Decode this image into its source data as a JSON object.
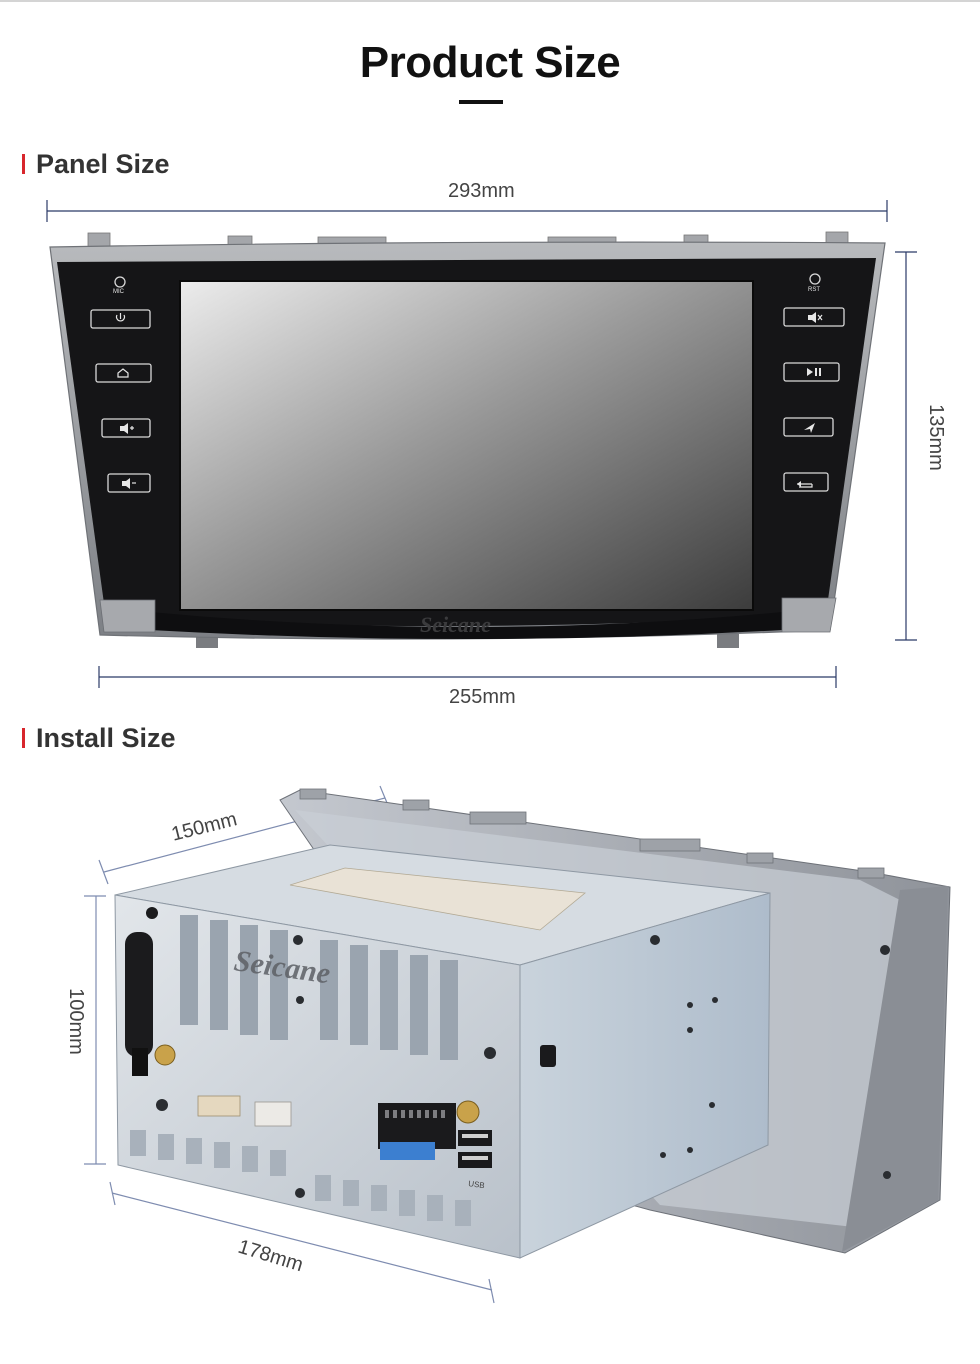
{
  "page": {
    "title": "Product Size"
  },
  "sections": {
    "panel": {
      "heading": "Panel Size",
      "dimensions": {
        "width_top": "293mm",
        "width_bottom": "255mm",
        "height": "135mm"
      },
      "device": {
        "brand": "Seicane",
        "left_labels": [
          "MIC"
        ],
        "right_labels": [
          "RST"
        ]
      }
    },
    "install": {
      "heading": "Install Size",
      "dimensions": {
        "depth": "150mm",
        "height": "100mm",
        "width": "178mm"
      },
      "device": {
        "brand": "Seicane",
        "port_label": "USB"
      }
    }
  },
  "colors": {
    "accent": "#d8262c",
    "dimension_line": "#2b3a67",
    "panel_frame": "#9c9ea3",
    "chassis": "#c9d0d8"
  },
  "icons": {
    "left_buttons": [
      "power-icon",
      "home-icon",
      "volume-up-icon",
      "volume-down-icon"
    ],
    "right_buttons": [
      "mute-icon",
      "play-pause-icon",
      "navigation-icon",
      "back-icon"
    ]
  }
}
